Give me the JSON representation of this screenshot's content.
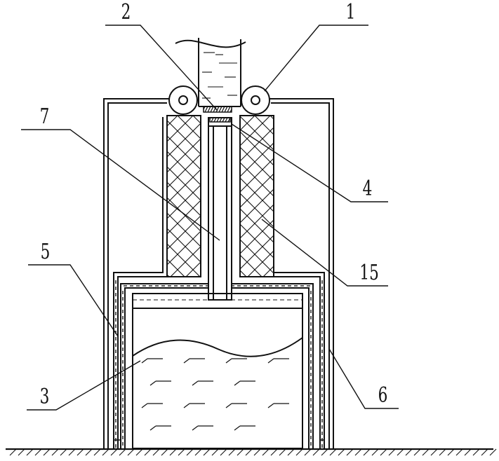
{
  "labels": {
    "l1": "1",
    "l2": "2",
    "l3": "3",
    "l4": "4",
    "l5": "5",
    "l6": "6",
    "l7": "7",
    "l15": "15"
  },
  "colors": {
    "line": "#111111",
    "background": "#ffffff"
  }
}
